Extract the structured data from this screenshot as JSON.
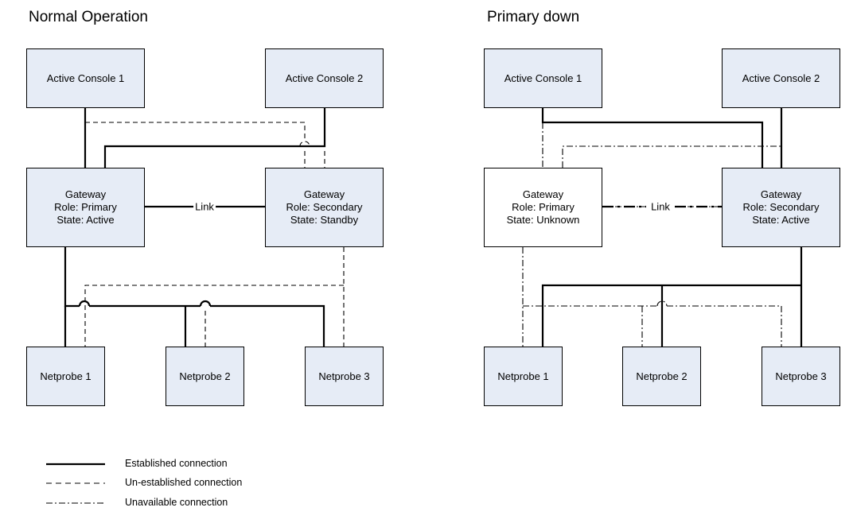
{
  "panels": {
    "left_title": "Normal Operation",
    "right_title": "Primary down"
  },
  "left": {
    "console1": "Active Console 1",
    "console2": "Active Console 2",
    "gw_primary": [
      "Gateway",
      "Role: Primary",
      "State: Active"
    ],
    "gw_secondary": [
      "Gateway",
      "Role: Secondary",
      "State: Standby"
    ],
    "link_label": "Link",
    "netprobe1": "Netprobe 1",
    "netprobe2": "Netprobe 2",
    "netprobe3": "Netprobe 3"
  },
  "right": {
    "console1": "Active Console 1",
    "console2": "Active Console 2",
    "gw_primary": [
      "Gateway",
      "Role: Primary",
      "State: Unknown"
    ],
    "gw_secondary": [
      "Gateway",
      "Role: Secondary",
      "State: Active"
    ],
    "link_label": "Link",
    "netprobe1": "Netprobe 1",
    "netprobe2": "Netprobe 2",
    "netprobe3": "Netprobe 3"
  },
  "legend": {
    "established": "Established connection",
    "unestablished": "Un-established connection",
    "unavailable": "Unavailable connection"
  },
  "colors": {
    "node_fill": "#e6ecf6",
    "node_fill_down": "#ffffff",
    "line": "#000000"
  }
}
